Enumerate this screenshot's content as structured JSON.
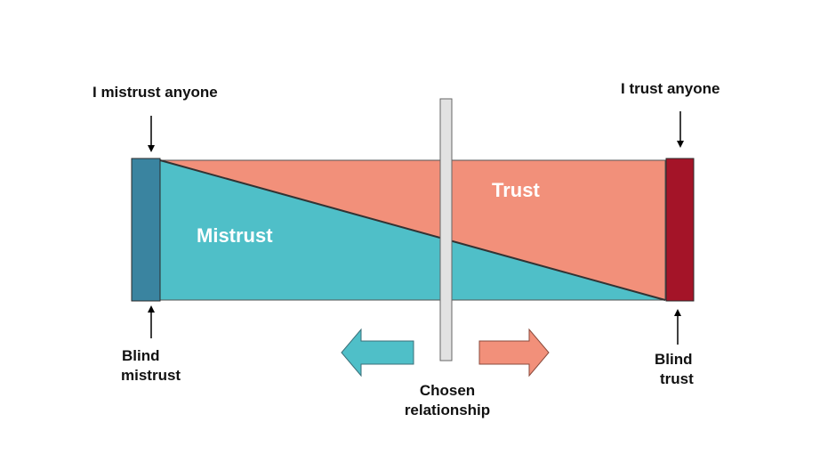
{
  "labels": {
    "left_top": "I mistrust anyone",
    "right_top": "I trust anyone",
    "left_bottom_line1": "Blind",
    "left_bottom_line2": "mistrust",
    "right_bottom_line1": "Blind",
    "right_bottom_line2": "trust",
    "center_bottom_line1": "Chosen",
    "center_bottom_line2": "relationship",
    "mistrust_region": "Mistrust",
    "trust_region": "Trust"
  },
  "colors": {
    "mistrust": "#4fbfc8",
    "trust": "#f2907a",
    "blind_mistrust_block": "#3a84a0",
    "blind_trust_block": "#a41428",
    "slider": "#e2e2e2",
    "arrow_left": "#4fbfc8",
    "arrow_right": "#f2907a"
  },
  "icons": {
    "down_arrow": "arrow-down-icon",
    "up_arrow": "arrow-up-icon",
    "left_arrow": "arrow-left-icon",
    "right_arrow": "arrow-right-icon"
  }
}
